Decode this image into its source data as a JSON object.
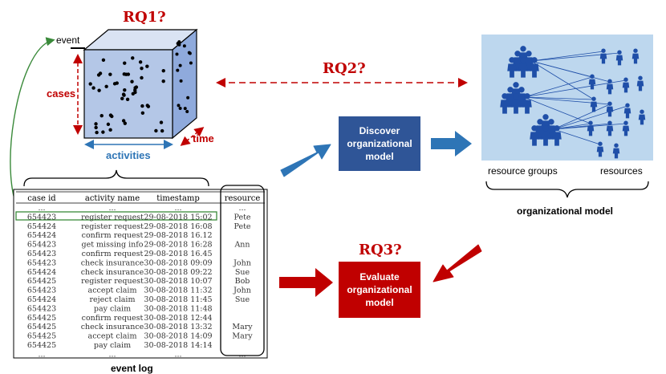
{
  "labels": {
    "rq1": "RQ1?",
    "rq2": "RQ2?",
    "rq3": "RQ3?",
    "event": "event",
    "cases": "cases",
    "activities": "activities",
    "time": "time",
    "discover": [
      "Discover",
      "organizational",
      "model"
    ],
    "evaluate": [
      "Evaluate",
      "organizational",
      "model"
    ],
    "resource_groups": "resource groups",
    "resources": "resources",
    "organizational_model": "organizational model",
    "event_log": "event log"
  },
  "colors": {
    "red": "#c00000",
    "blue": "#2e75b6",
    "dark_blue": "#2f5597",
    "green": "#3a8a3a",
    "cube_front": "#b4c7e7",
    "cube_top": "#dae3f3",
    "cube_side": "#8faadc",
    "org_panel": "#bdd7ee",
    "person": "#1f4fa8"
  },
  "event_log": {
    "headers": [
      "case id",
      "activity name",
      "timestamp",
      "resource"
    ],
    "rows": [
      [
        "...",
        "...",
        "...",
        "..."
      ],
      [
        "654423",
        "register request",
        "29-08-2018 15:02",
        "Pete"
      ],
      [
        "654424",
        "register request",
        "29-08-2018 16:08",
        "Pete"
      ],
      [
        "654424",
        "confirm request",
        "29-08-2018 16.12",
        ""
      ],
      [
        "654423",
        "get missing info",
        "29-08-2018 16:28",
        "Ann"
      ],
      [
        "654423",
        "confirm request",
        "29-08-2018 16.45",
        ""
      ],
      [
        "654423",
        "check insurance",
        "30-08-2018 09:09",
        "John"
      ],
      [
        "654424",
        "check insurance",
        "30-08-2018 09:22",
        "Sue"
      ],
      [
        "654425",
        "register request",
        "30-08-2018 10:07",
        "Bob"
      ],
      [
        "654423",
        "accept claim",
        "30-08-2018 11:32",
        "John"
      ],
      [
        "654424",
        "reject claim",
        "30-08-2018 11:45",
        "Sue"
      ],
      [
        "654423",
        "pay claim",
        "30-08-2018 11:48",
        ""
      ],
      [
        "654425",
        "confirm request",
        "30-08-2018 12:44",
        ""
      ],
      [
        "654425",
        "check insurance",
        "30-08-2018 13:32",
        "Mary"
      ],
      [
        "654425",
        "accept claim",
        "30-08-2018 14:09",
        "Mary"
      ],
      [
        "654425",
        "pay claim",
        "30-08-2018 14:14",
        ""
      ],
      [
        "...",
        "...",
        "...",
        "..."
      ]
    ]
  }
}
